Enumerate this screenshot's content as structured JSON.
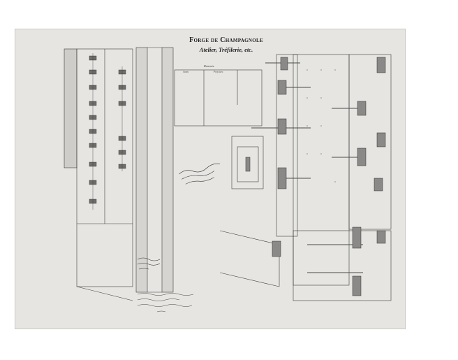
{
  "document": {
    "title": "Forge de Champagnole",
    "subtitle": "Atelier, Tréfilerie, etc.",
    "legend_heading": "Renvois.",
    "legend_columns": [
      "Avant",
      "Projetées"
    ]
  }
}
